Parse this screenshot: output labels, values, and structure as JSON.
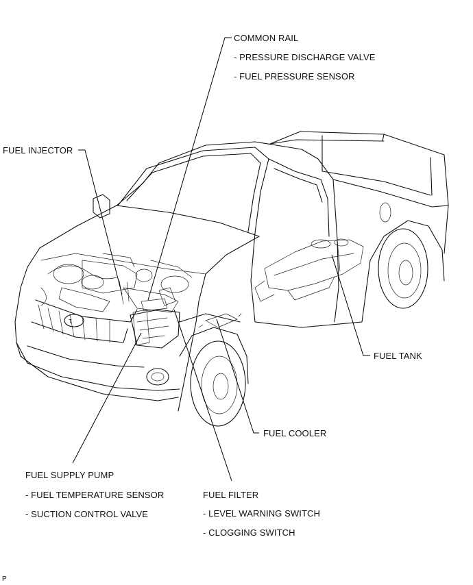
{
  "labels": {
    "common_rail": "COMMON RAIL",
    "pressure_discharge_valve": "- PRESSURE DISCHARGE VALVE",
    "fuel_pressure_sensor": "- FUEL PRESSURE SENSOR",
    "fuel_injector": "FUEL INJECTOR",
    "fuel_tank": "FUEL TANK",
    "fuel_cooler": "FUEL COOLER",
    "fuel_supply_pump": "FUEL SUPPLY PUMP",
    "fuel_temperature_sensor": "- FUEL TEMPERATURE SENSOR",
    "suction_control_valve": "- SUCTION CONTROL VALVE",
    "fuel_filter": "FUEL FILTER",
    "level_warning_switch": "- LEVEL WARNING SWITCH",
    "clogging_switch": "- CLOGGING SWITCH"
  },
  "corner_mark": "P"
}
